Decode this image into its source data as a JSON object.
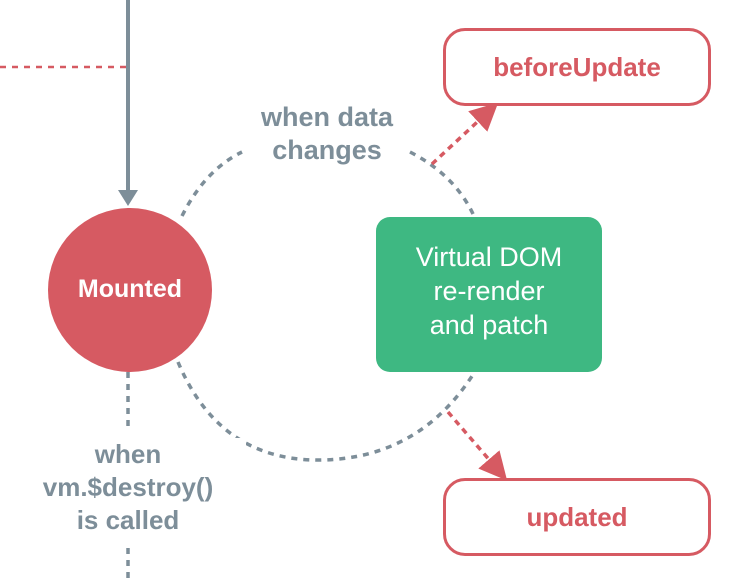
{
  "diagram": {
    "mounted_label": "Mounted",
    "when_data_changes": [
      "when data",
      "changes"
    ],
    "virtual_dom": [
      "Virtual DOM",
      "re-render",
      "and patch"
    ],
    "before_update_label": "beforeUpdate",
    "updated_label": "updated",
    "when_destroy": [
      "when",
      "vm.$destroy()",
      "is called"
    ]
  },
  "colors": {
    "hook_red": "#d65a62",
    "connector_gray": "#7d8e99",
    "text_gray": "#7d8e99",
    "patch_green": "#3eb882"
  }
}
